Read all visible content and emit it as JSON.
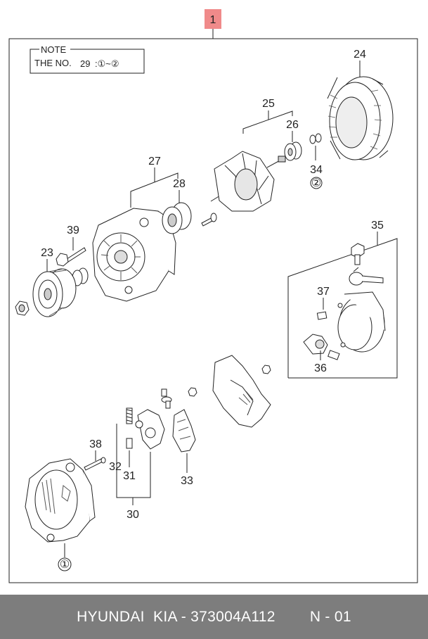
{
  "main_callout": "1",
  "note": {
    "title": "NOTE",
    "prefix": "THE NO.",
    "number": "29",
    "range": ":①~②"
  },
  "labels": {
    "l24": "24",
    "l25": "25",
    "l26": "26",
    "l34": "34",
    "l34_sub": "②",
    "l27": "27",
    "l28": "28",
    "l39": "39",
    "l23": "23",
    "l35": "35",
    "l37": "37",
    "l36": "36",
    "l38": "38",
    "l32": "32",
    "l31": "31",
    "l30": "30",
    "l33": "33",
    "l1_sub": "①"
  },
  "footer": {
    "brand": "HYUNDAI  KIA - 373004A112",
    "page": "N - 01"
  },
  "colors": {
    "callout_bg": "#f08a8a",
    "footer_bg": "#7d7d7d",
    "line": "#222222"
  }
}
